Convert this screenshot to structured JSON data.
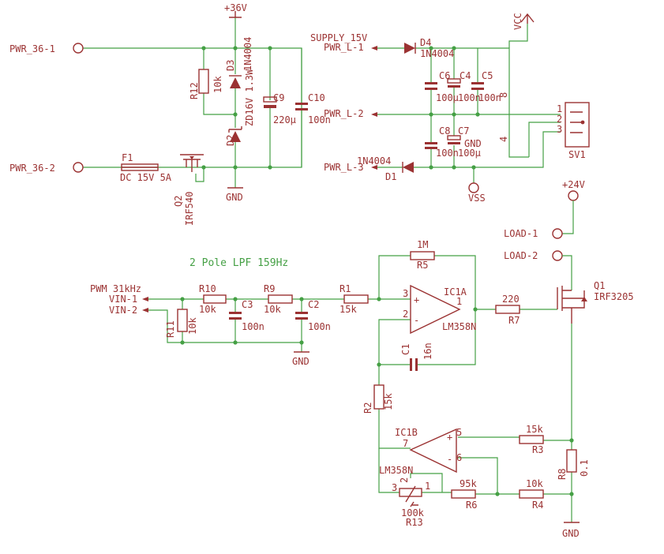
{
  "labels": {
    "pwr_36_1": "PWR_36-1",
    "pwr_36_2": "PWR_36-2",
    "v36": "+36V",
    "r12": "R12",
    "r12_val": "10k",
    "d3": "D3",
    "d3_val": "1N4004",
    "d2": "D2",
    "d2_val": "ZD16V 1.3W",
    "c9": "C9",
    "c9_val": "220µ",
    "c10": "C10",
    "c10_val": "100n",
    "f1": "F1",
    "f1_val": "DC 15V 5A",
    "q2": "Q2",
    "q2_val": "IRF540",
    "gnd": "GND",
    "supply": "SUPPLY_15V",
    "pwr_l_1": "PWR_L-1",
    "pwr_l_2": "PWR_L-2",
    "pwr_l_3": "PWR_L-3",
    "d4": "D4",
    "d4_val": "1N4004",
    "d1": "D1",
    "d1_val": "1N4004",
    "c6": "C6",
    "c6_val": "100µ",
    "c4": "C4",
    "c4_val": "100n",
    "c5": "C5",
    "c5_val": "100n",
    "c8": "C8",
    "c8_val": "100n",
    "c7": "C7",
    "c7_val": "100µ",
    "vcc": "VCC",
    "vss": "VSS",
    "sv1": "SV1",
    "pin1": "1",
    "pin2": "2",
    "pin3": "3",
    "pin4": "4",
    "pin8": "8",
    "v24": "+24V",
    "load1": "LOAD-1",
    "load2": "LOAD-2",
    "lpf": "2 Pole LPF 159Hz",
    "pwm": "PWM 31kHz",
    "vin1": "VIN-1",
    "vin2": "VIN-2",
    "r10": "R10",
    "r10_val": "10k",
    "r9": "R9",
    "r9_val": "10k",
    "r1": "R1",
    "r1_val": "15k",
    "r11": "R11",
    "r11_val": "10k",
    "c3": "C3",
    "c3_val": "100n",
    "c2": "C2",
    "c2_val": "100n",
    "r5": "R5",
    "r5_val": "1M",
    "ic1a": "IC1A",
    "ic1a_val": "LM358N",
    "c1": "C1",
    "c1_val": "16n",
    "r7": "R7",
    "r7_val": "220",
    "q1": "Q1",
    "q1_val": "IRF3205",
    "r2": "R2",
    "r2_val": "15k",
    "ic1b": "IC1B",
    "ic1b_val": "LM358N",
    "r3": "R3",
    "r3_val": "15k",
    "r8": "R8",
    "r8_val": "0.1",
    "r13": "R13",
    "r13_val": "100k",
    "r6": "R6",
    "r6_val": "95k",
    "r4": "R4",
    "r4_val": "10k",
    "pin_a3": "3",
    "pin_a2": "2",
    "pin_a1": "1",
    "pin_b5": "5",
    "pin_b6": "6",
    "pin_b7": "7",
    "pot1": "1",
    "pot2": "2",
    "pot3": "3",
    "plus": "+",
    "minus": "-"
  }
}
